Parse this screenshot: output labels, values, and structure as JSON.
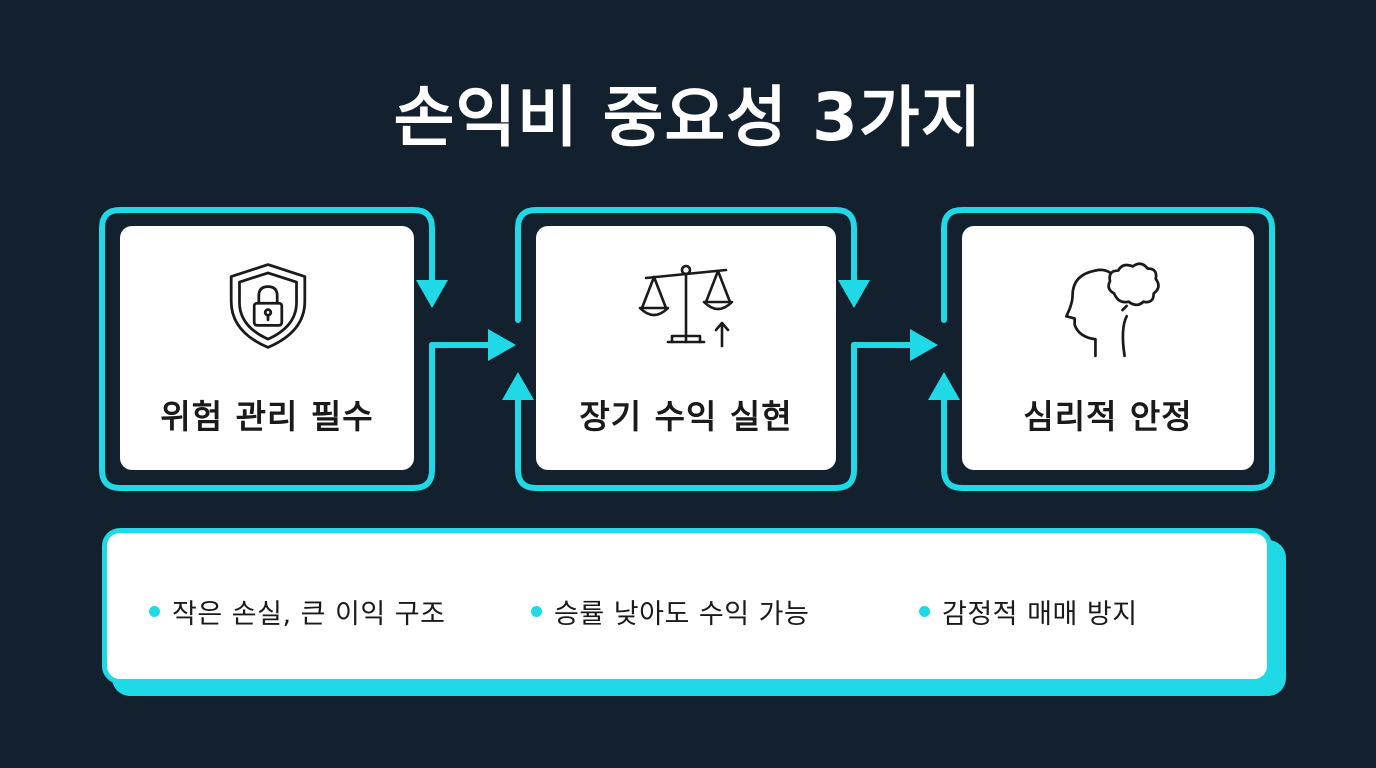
{
  "title": "손익비 중요성 3가지",
  "cards": [
    {
      "label": "위험 관리 필수",
      "icon": "shield-lock-icon"
    },
    {
      "label": "장기 수익 실현",
      "icon": "balance-scale-icon"
    },
    {
      "label": "심리적 안정",
      "icon": "head-brain-icon"
    }
  ],
  "bullets": [
    {
      "text": "작은 손실, 큰 이익 구조"
    },
    {
      "text": "승률 낮아도 수익 가능"
    },
    {
      "text": "감정적 매매 방지"
    }
  ],
  "colors": {
    "background": "#13212f",
    "accent": "#1fd9e6",
    "card": "#ffffff",
    "text": "#1a1a1a"
  }
}
